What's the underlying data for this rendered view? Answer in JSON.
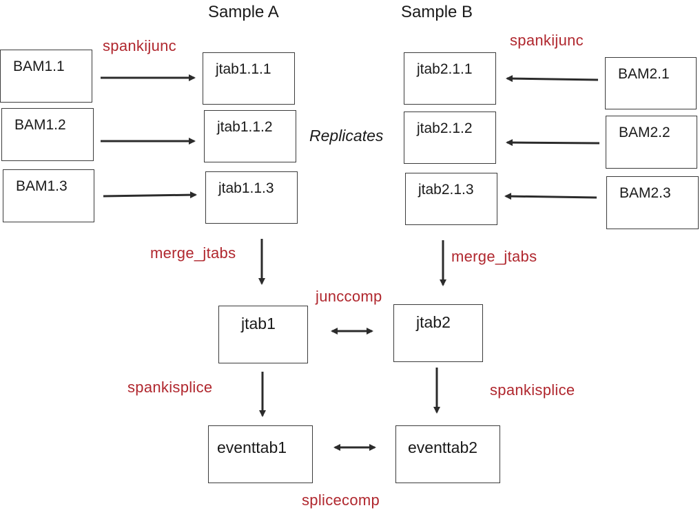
{
  "headers": {
    "sample_a": "Sample A",
    "sample_b": "Sample B"
  },
  "note": "Replicates",
  "steps": {
    "spankijunc_a": "spankijunc",
    "spankijunc_b": "spankijunc",
    "merge_a": "merge_jtabs",
    "merge_b": "merge_jtabs",
    "junccomp": "junccomp",
    "spankisplice_a": "spankisplice",
    "spankisplice_b": "spankisplice",
    "splicecomp": "splicecomp"
  },
  "sample_a": {
    "bams": [
      "BAM1.1",
      "BAM1.2",
      "BAM1.3"
    ],
    "jtabs": [
      "jtab1.1.1",
      "jtab1.1.2",
      "jtab1.1.3"
    ],
    "merged": "jtab1",
    "events": "eventtab1"
  },
  "sample_b": {
    "bams": [
      "BAM2.1",
      "BAM2.2",
      "BAM2.3"
    ],
    "jtabs": [
      "jtab2.1.1",
      "jtab2.1.2",
      "jtab2.1.3"
    ],
    "merged": "jtab2",
    "events": "eventtab2"
  },
  "colors": {
    "step_label": "#b0272e",
    "arrow": "#2b2b2b",
    "box_border": "#3a3a3a"
  }
}
